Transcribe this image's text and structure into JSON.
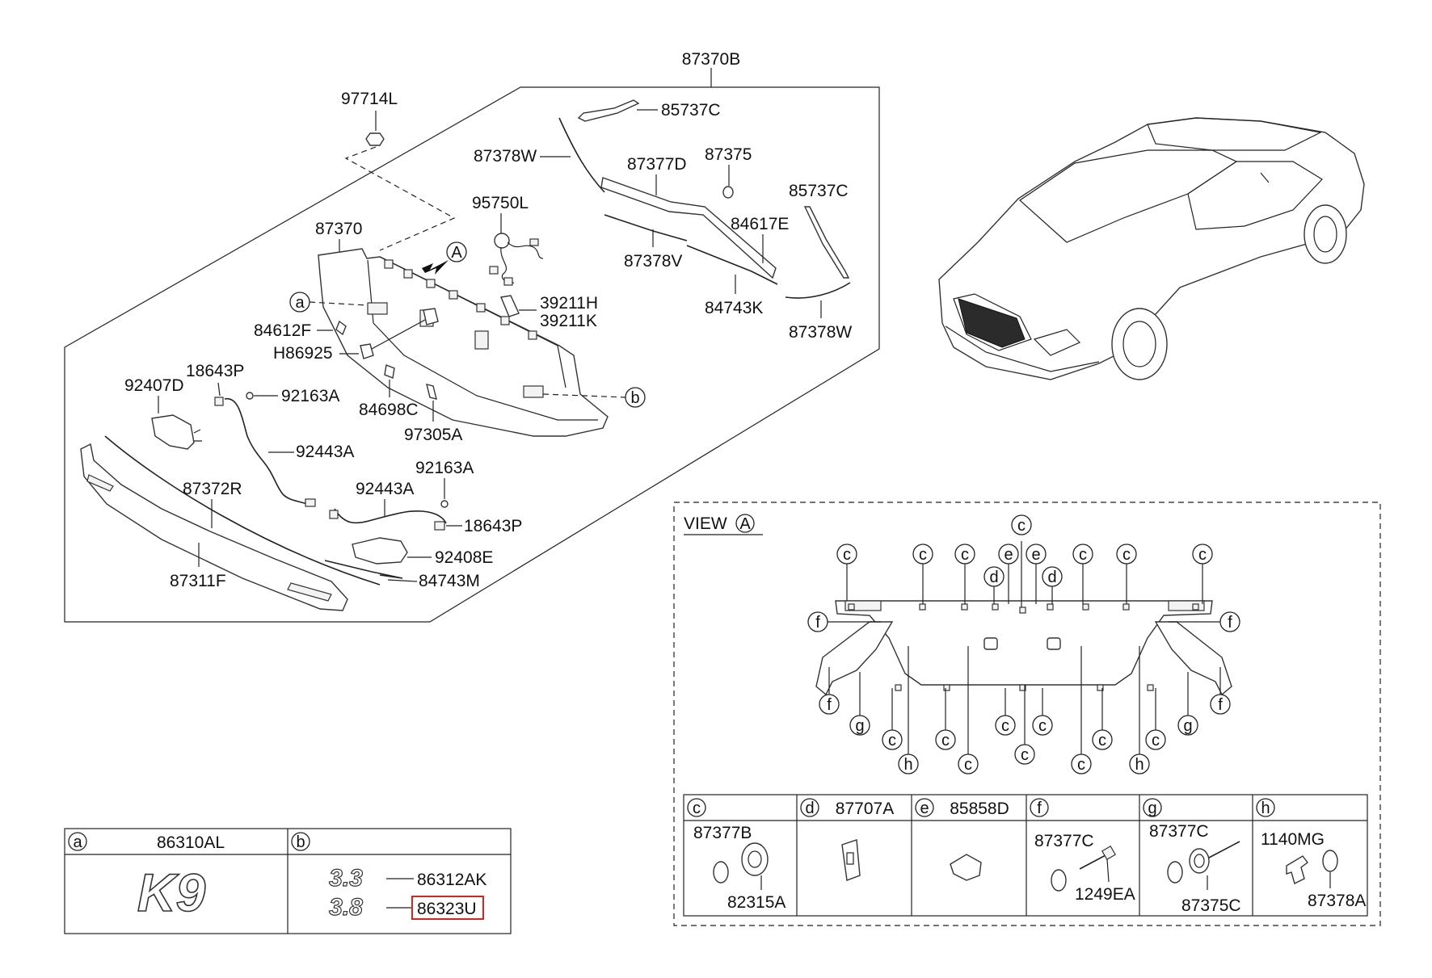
{
  "main_diagram": {
    "labels": {
      "p87370B": "87370B",
      "p97714L": "97714L",
      "p85737C_top": "85737C",
      "p87378W_top": "87378W",
      "p87377D": "87377D",
      "p87375": "87375",
      "p85737C_right": "85737C",
      "p95750L": "95750L",
      "p84617E": "84617E",
      "p87370": "87370",
      "p87378V": "87378V",
      "p84743K": "84743K",
      "p87378W_bottom": "87378W",
      "p39211H": "39211H",
      "p39211K": "39211K",
      "p84612F": "84612F",
      "pH86925": "H86925",
      "p92407D": "92407D",
      "p18643P_top": "18643P",
      "p92163A_top": "92163A",
      "p84698C": "84698C",
      "p97305A": "97305A",
      "p92443A_top": "92443A",
      "p92163A_mid": "92163A",
      "p87372R": "87372R",
      "p92443A_mid": "92443A",
      "p18643P_mid": "18643P",
      "p92408E": "92408E",
      "p84743M": "84743M",
      "p87311F": "87311F"
    },
    "callouts": {
      "a": "a",
      "b": "b",
      "view_arrow": "A"
    }
  },
  "view_a": {
    "title": "VIEW",
    "title_circle": "A",
    "callout_letters": {
      "c": "c",
      "d": "d",
      "e": "e",
      "f": "f",
      "g": "g",
      "h": "h"
    }
  },
  "legend_right": {
    "headers": [
      {
        "letter": "c",
        "part": ""
      },
      {
        "letter": "d",
        "part": "87707A"
      },
      {
        "letter": "e",
        "part": "85858D"
      },
      {
        "letter": "f",
        "part": ""
      },
      {
        "letter": "g",
        "part": ""
      },
      {
        "letter": "h",
        "part": ""
      }
    ],
    "cells": {
      "c1": "87377B",
      "c2": "82315A",
      "f1": "87377C",
      "f2": "1249EA",
      "g1": "87377C",
      "g2": "87375C",
      "h1": "1140MG",
      "h2": "87378A"
    }
  },
  "legend_left": {
    "a_letter": "a",
    "a_part": "86310AL",
    "a_emblem": "K9",
    "b_letter": "b",
    "b_rows": [
      {
        "badge": "3.3",
        "part": "86312AK"
      },
      {
        "badge": "3.8",
        "part": "86323U"
      }
    ]
  },
  "colors": {
    "line": "#222222",
    "highlight": "#e0201b"
  }
}
